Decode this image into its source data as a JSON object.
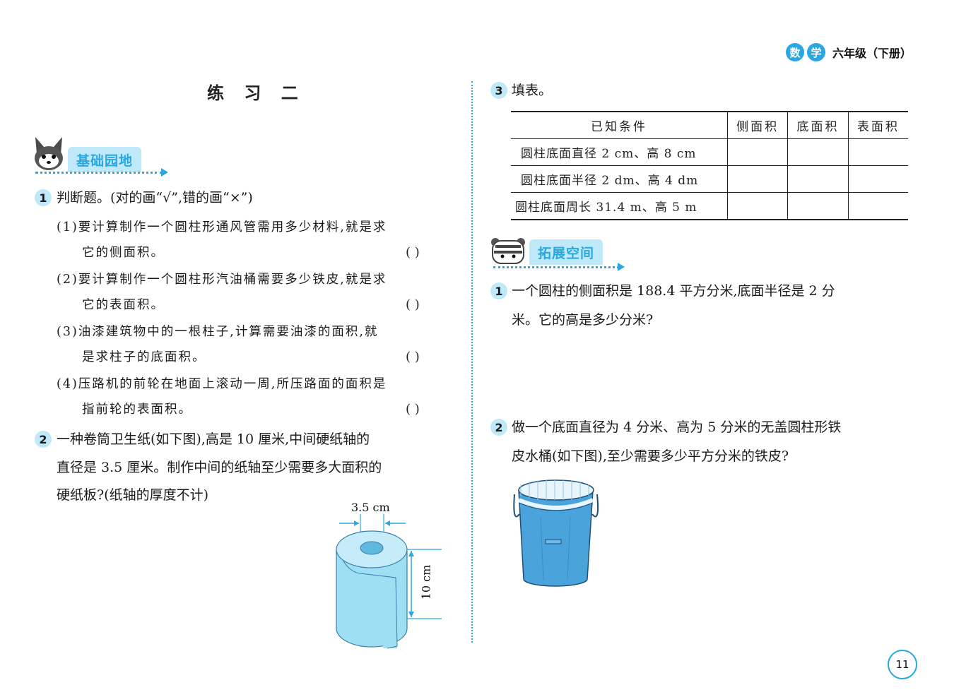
{
  "header": {
    "subject_char1": "数",
    "subject_char2": "学",
    "grade": "六年级（下册）"
  },
  "left": {
    "title": "练 习 二",
    "section1": "基础园地",
    "q1": {
      "num": "1",
      "prompt": "判断题。(对的画“√”,错的画“×”)",
      "items": [
        {
          "line1": "(1)要计算制作一个圆柱形通风管需用多少材料,就是求",
          "line2": "它的侧面积。",
          "paren": "(      )"
        },
        {
          "line1": "(2)要计算制作一个圆柱形汽油桶需要多少铁皮,就是求",
          "line2": "它的表面积。",
          "paren": "(      )"
        },
        {
          "line1": "(3)油漆建筑物中的一根柱子,计算需要油漆的面积,就",
          "line2": "是求柱子的底面积。",
          "paren": "(      )"
        },
        {
          "line1": "(4)压路机的前轮在地面上滚动一周,所压路面的面积是",
          "line2": "指前轮的表面积。",
          "paren": "(      )"
        }
      ]
    },
    "q2": {
      "num": "2",
      "lines": [
        "一种卷筒卫生纸(如下图),高是 10 厘米,中间硬纸轴的",
        "直径是 3.5 厘米。制作中间的纸轴至少需要多大面积的",
        "硬纸板?(纸轴的厚度不计)"
      ],
      "dim_top": "3.5 cm",
      "dim_side": "10 cm"
    }
  },
  "right": {
    "q3": {
      "num": "3",
      "prompt": "填表。",
      "headers": [
        "已知条件",
        "侧面积",
        "底面积",
        "表面积"
      ],
      "rows": [
        "圆柱底面直径 2 cm、高 8 cm",
        "圆柱底面半径 2 dm、高 4 dm",
        "圆柱底面周长 31.4 m、高 5 m"
      ]
    },
    "section2": "拓展空间",
    "e1": {
      "num": "1",
      "lines": [
        "一个圆柱的侧面积是 188.4 平方分米,底面半径是 2 分",
        "米。它的高是多少分米?"
      ]
    },
    "e2": {
      "num": "2",
      "lines": [
        "做一个底面直径为 4 分米、高为 5 分米的无盖圆柱形铁",
        "皮水桶(如下图),至少需要多少平方分米的铁皮?"
      ]
    }
  },
  "footer": {
    "page": "11"
  },
  "colors": {
    "accent": "#2aa7e0",
    "light": "#bfe9f8",
    "roll": "#9fdff4",
    "bucket": "#4ba3dc"
  }
}
